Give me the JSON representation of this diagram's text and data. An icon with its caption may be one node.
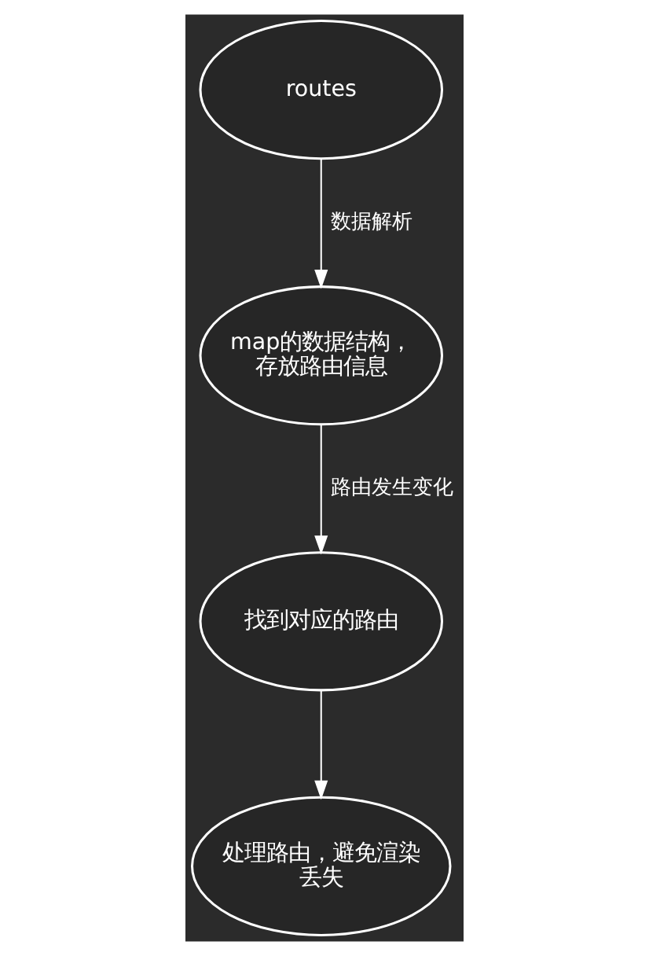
{
  "diagram": {
    "nodes": [
      {
        "text": [
          "routes"
        ]
      },
      {
        "text": [
          "map的数据结构，存放路由信息"
        ]
      },
      {
        "text": [
          "找到对应的路由"
        ]
      },
      {
        "text": [
          "处理路由，避免渲染丢失"
        ]
      }
    ],
    "edges": [
      {
        "from": 0,
        "to": 1,
        "arrow": "to",
        "label": "数据解析"
      },
      {
        "from": 1,
        "to": 2,
        "arrow": "to",
        "label": "路由发生变化"
      },
      {
        "from": 2,
        "to": 3,
        "arrow": "to"
      }
    ]
  }
}
